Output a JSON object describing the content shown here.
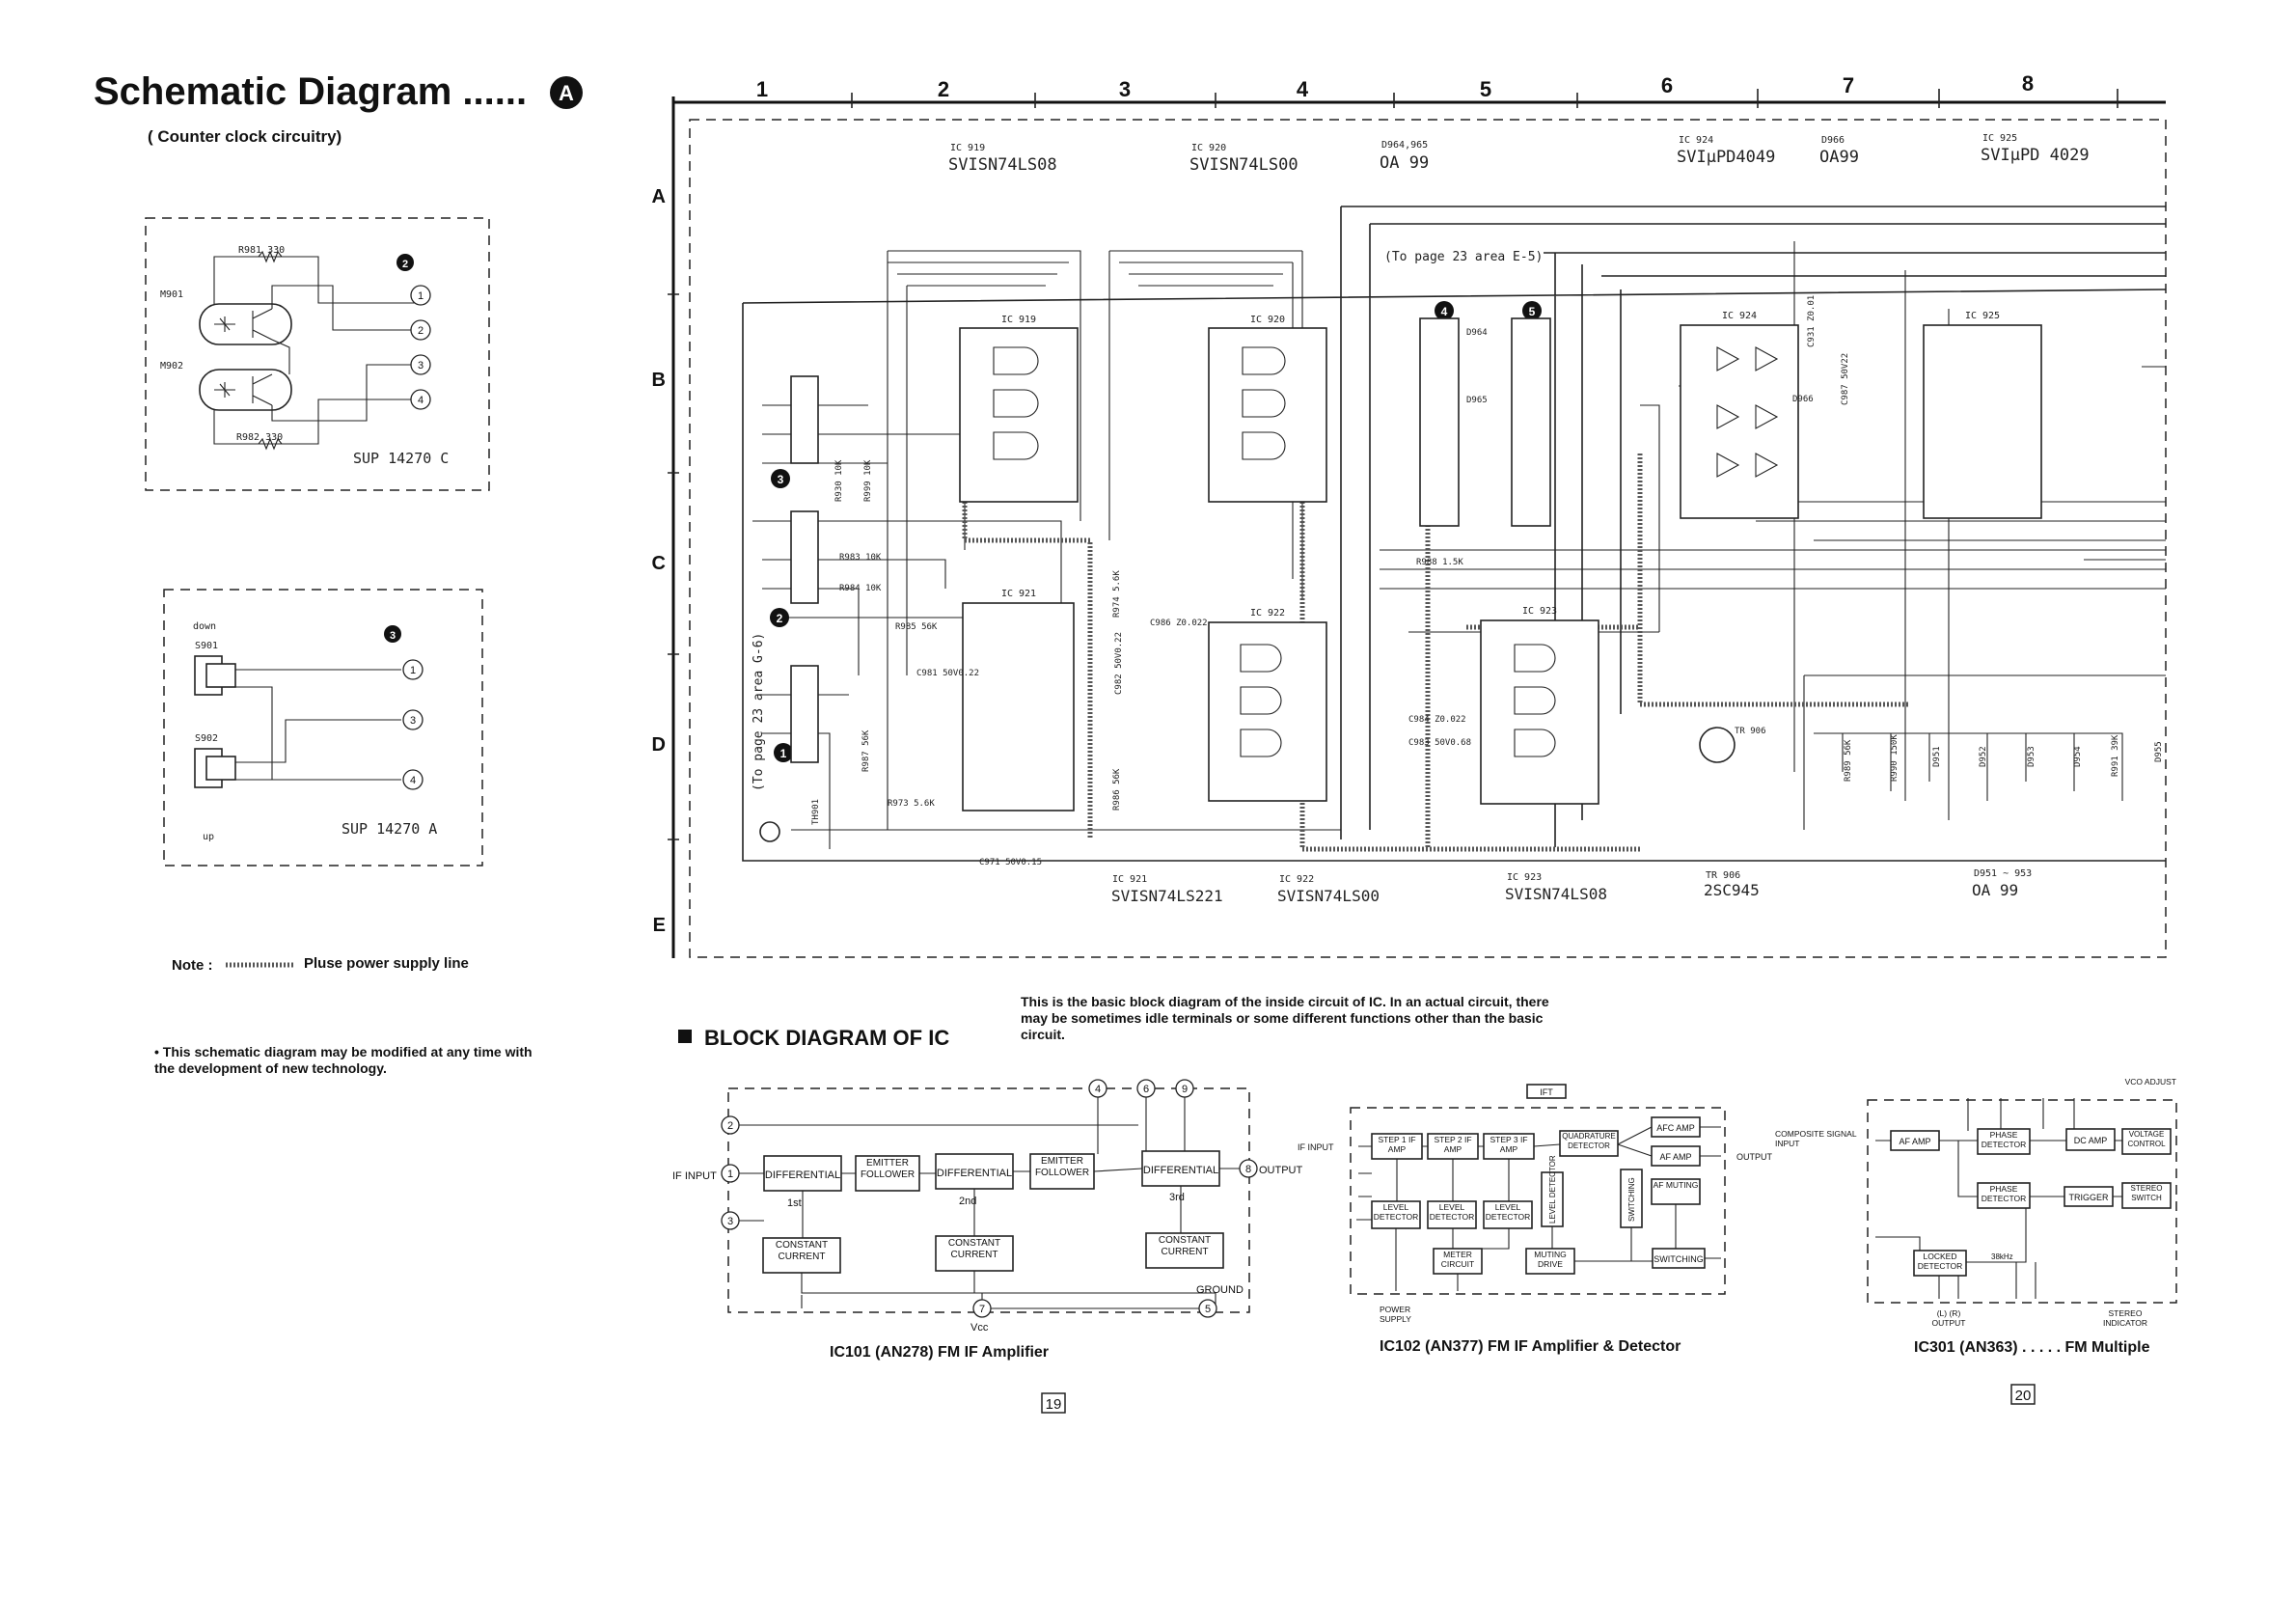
{
  "title": "Schematic Diagram ......",
  "title_badge": "A",
  "subtitle": "( Counter clock circuitry)",
  "note_label": "Note :",
  "note_text": "Pluse power supply line",
  "disclaimer": "This schematic diagram may be modified at any time with the development of new technology.",
  "grid_columns": [
    "1",
    "2",
    "3",
    "4",
    "5",
    "6",
    "7",
    "8"
  ],
  "grid_rows": [
    "A",
    "B",
    "C",
    "D",
    "E"
  ],
  "sensor_box": {
    "resistor_top": "R981  330",
    "resistor_bottom": "R982  330",
    "component_1": "M901",
    "component_2": "M902",
    "connector": "2",
    "pins": [
      "1",
      "2",
      "3",
      "4"
    ],
    "part_no": "SUP  14270 C"
  },
  "switch_box": {
    "label_down": "down",
    "label_up": "up",
    "switch_1": "S901",
    "switch_2": "S902",
    "connector": "3",
    "pins": [
      "1",
      "3",
      "4"
    ],
    "part_no": "SUP  14270 A"
  },
  "ic_labels_top": [
    {
      "ref": "IC 919",
      "part": "SVISN74LS08"
    },
    {
      "ref": "IC 920",
      "part": "SVISN74LS00"
    },
    {
      "ref": "D964,965",
      "part": "OA 99"
    },
    {
      "ref": "IC 924",
      "part": "SVIμPD4049"
    },
    {
      "ref": "D966",
      "part": "OA99"
    },
    {
      "ref": "IC 925",
      "part": "SVIμPD 4029"
    }
  ],
  "ic_labels_bottom": [
    {
      "ref": "IC 921",
      "part": "SVISN74LS221"
    },
    {
      "ref": "IC 922",
      "part": "SVISN74LS00"
    },
    {
      "ref": "IC 923",
      "part": "SVISN74LS08"
    },
    {
      "ref": "TR 906",
      "part": "2SC945"
    },
    {
      "ref": "D951 ~ 953",
      "part": "OA 99"
    }
  ],
  "schematic_note": "(To page 23 area E-5)",
  "schematic_note_side": "(To page 23 area G-6)",
  "chips": [
    "IC 919",
    "IC 920",
    "IC 921",
    "IC 922",
    "IC 923",
    "IC 924",
    "IC 925"
  ],
  "connectors": [
    "1",
    "2",
    "3",
    "4",
    "5"
  ],
  "components": {
    "d964": "D964",
    "d965": "D965",
    "d966": "D966",
    "r930": "R930 10K",
    "r999": "R999 10K",
    "r983": "R983 10K",
    "r984": "R984 10K",
    "r985": "R985 56K",
    "c981": "C981 50V0.22",
    "c986": "C986 Z0.022",
    "r974": "R974 5.6K",
    "c982": "C982 50V0.22",
    "r987": "R987 56K",
    "r986": "R986 56K",
    "r973": "R973 5.6K",
    "r988": "R988 1.5K",
    "c984": "C984 Z0.022",
    "c983": "C983 50V0.68",
    "c971": "C971 50V0.15",
    "c987": "C987 50V22",
    "c931": "C931 Z0.01",
    "th901": "TH901",
    "tr906": "TR 906",
    "r989": "R989 56K",
    "r990": "R990 150K",
    "d951": "D951",
    "d952": "D952",
    "d953": "D953",
    "d954": "D954",
    "r991": "R991 39K",
    "d955": "D955"
  },
  "block_section": {
    "heading": "BLOCK DIAGRAM OF IC",
    "intro": "This is the basic block diagram of the inside circuit of IC.  In an actual circuit, there may be sometimes idle terminals or some different functions other than the basic circuit."
  },
  "ic101": {
    "caption": "IC101 (AN278)   FM IF  Amplifier",
    "blocks": [
      "DIFFERENTIAL",
      "EMITTER FOLLOWER",
      "DIFFERENTIAL",
      "EMITTER FOLLOWER",
      "DIFFERENTIAL",
      "CONSTANT CURRENT",
      "CONSTANT CURRENT",
      "CONSTANT CURRENT"
    ],
    "stage_labels": [
      "1st",
      "2nd",
      "3rd"
    ],
    "input": "IF INPUT",
    "output": "OUTPUT",
    "ground": "GROUND",
    "vcc": "Vcc",
    "pins": [
      "1",
      "2",
      "3",
      "4",
      "5",
      "6",
      "7",
      "8",
      "9"
    ]
  },
  "ic102": {
    "caption": "IC102 (AN377)   FM IF  Amplifier & Detector",
    "blocks": [
      "STEP 1 IF AMP",
      "STEP 2 IF AMP",
      "STEP 3 IF AMP",
      "QUADRATURE DETECTOR",
      "AFC AMP",
      "AF AMP",
      "AF MUTING",
      "LEVEL DETECTOR",
      "LEVEL DETECTOR",
      "LEVEL DETECTOR",
      "LEVEL DETECTOR",
      "SWITCHING",
      "METER CIRCUIT",
      "MUTING DRIVE",
      "SWITCHING"
    ],
    "input": "IF INPUT",
    "output": "OUTPUT",
    "power": "POWER SUPPLY",
    "ift": "IFT"
  },
  "ic301": {
    "caption": "IC301 (AN363) . . . . .  FM Multiple",
    "input": "COMPOSITE SIGNAL INPUT",
    "blocks": [
      "AF AMP",
      "PHASE DETECTOR",
      "DC AMP",
      "VOLTAGE CONTROL",
      "PHASE DETECTOR",
      "TRIGGER",
      "STEREO SWITCH",
      "LOCKED DETECTOR"
    ],
    "vco": "VCO ADJUST",
    "freq": "38kHz",
    "output": "(L)   (R) OUTPUT",
    "indicator": "STEREO INDICATOR"
  },
  "page_numbers": [
    "19",
    "20"
  ]
}
